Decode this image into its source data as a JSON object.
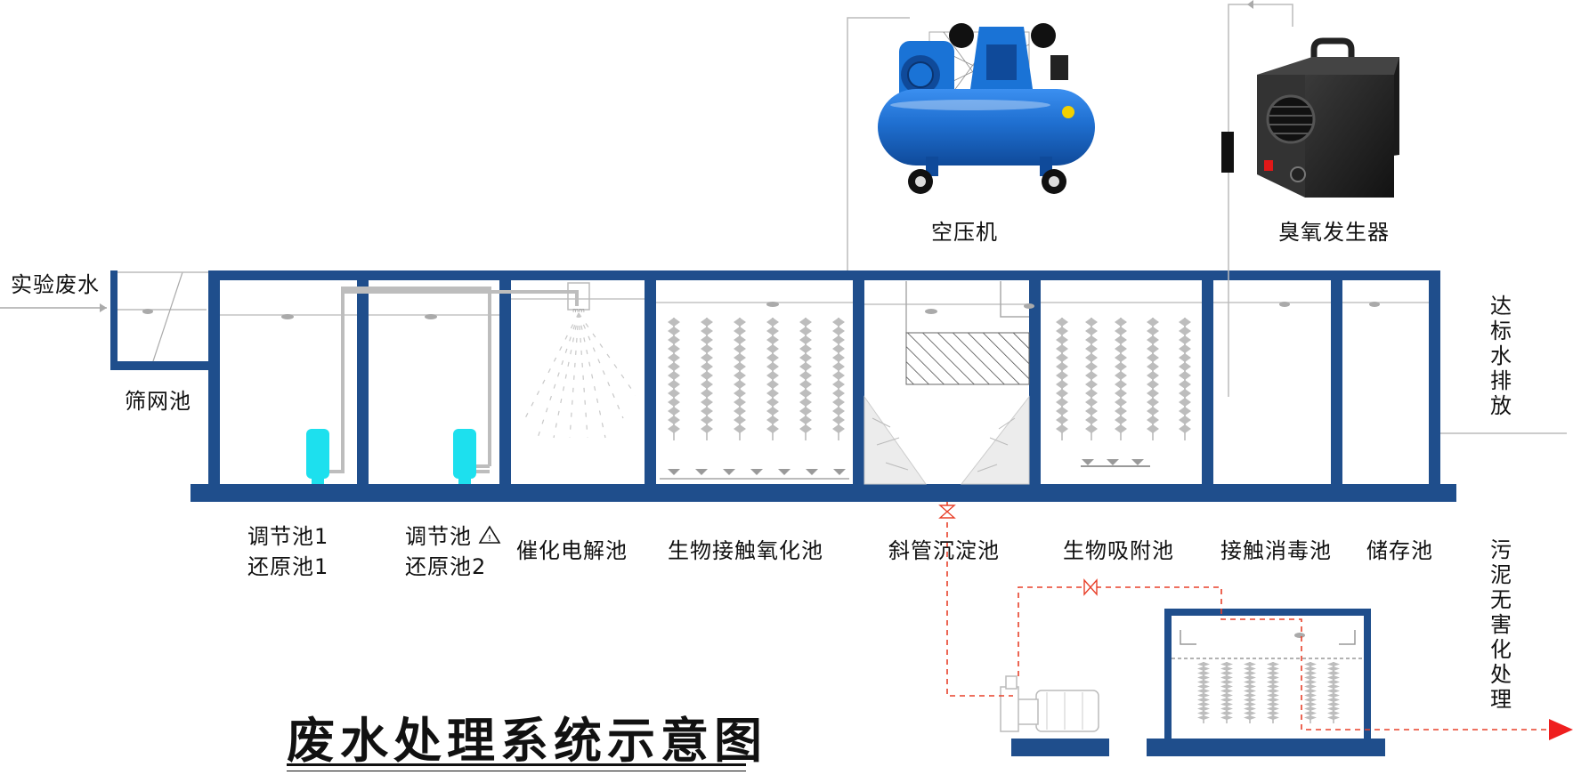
{
  "title": "废水处理系统示意图",
  "colors": {
    "tank_wall": "#1f4e8c",
    "pipe": "#b8b8b8",
    "pump": "#1de0ee",
    "sludge_line": "#e8402a",
    "compressor_body": "#1a73d6",
    "ozone_body": "#2a2a2a"
  },
  "labels": {
    "inlet": "实验废水",
    "screen": "筛网池",
    "compressor": "空压机",
    "ozone": "臭氧发生器",
    "discharge": "达标水排放",
    "sludge": "污泥无害化处理",
    "tank1_line1": "调节池1",
    "tank1_line2": "还原池1",
    "tank2_line1": "调节池",
    "tank2_line2": "还原池2",
    "tank3": "催化电解池",
    "tank4": "生物接触氧化池",
    "tank5": "斜管沉淀池",
    "tank6": "生物吸附池",
    "tank7": "接触消毒池",
    "tank8": "储存池"
  },
  "icons": [
    "air-compressor-icon",
    "ozone-generator-icon",
    "submersible-pump-icon",
    "warning-icon",
    "sludge-pump-icon",
    "spray-nozzle-icon",
    "aeration-diffuser-icon",
    "valve-icon",
    "arrow-right-icon"
  ]
}
